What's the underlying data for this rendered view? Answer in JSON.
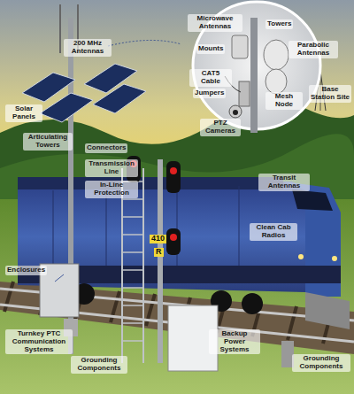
{
  "diagram": {
    "labels": [
      "200 MHz Antennas",
      "Microwave Antennas",
      "Towers",
      "Mounts",
      "Parabolic Antennas",
      "CAT5 Cable",
      "Jumpers",
      "Mesh Node",
      "PTZ Cameras",
      "Base Station Site",
      "Solar Panels",
      "Articulating Towers",
      "Connectors",
      "Transmission Line",
      "In-Line Protection",
      "Transit Antennas",
      "Clean Cab Radios",
      "410",
      "R",
      "Enclosures",
      "Turnkey PTC Communication Systems",
      "Grounding Components",
      "Backup Power Systems",
      "Grounding Components"
    ]
  }
}
